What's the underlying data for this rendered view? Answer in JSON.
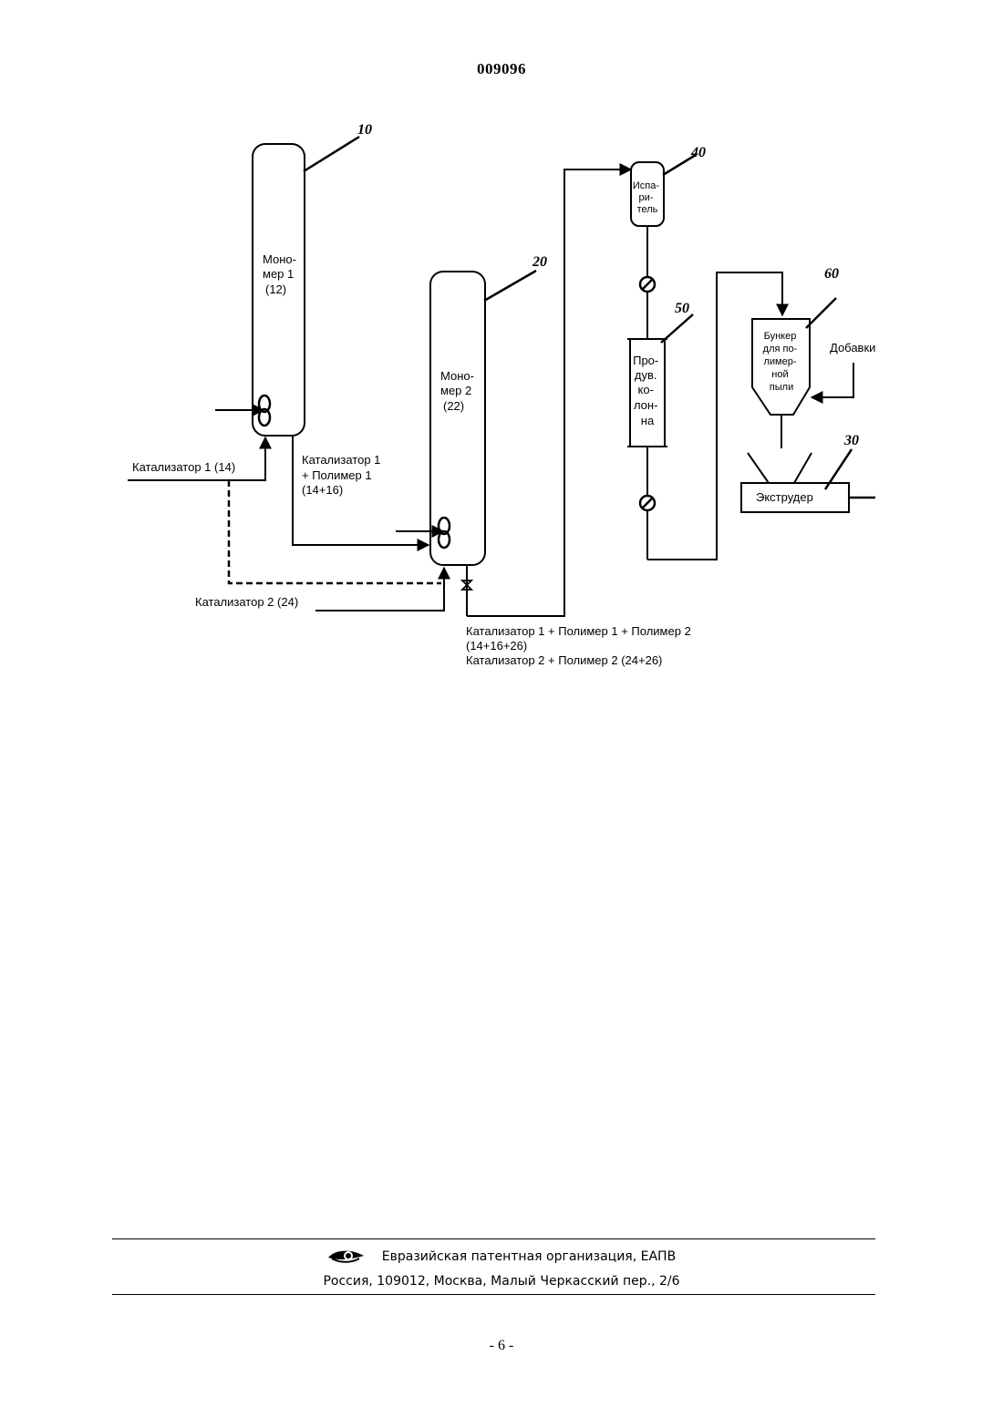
{
  "header": {
    "doc_number": "009096"
  },
  "diagram": {
    "callouts": {
      "r10": "10",
      "r20": "20",
      "r30": "30",
      "r40": "40",
      "r50": "50",
      "r60": "60"
    },
    "reactor1": {
      "lines": [
        "Моно-",
        "мер 1",
        "(12)"
      ]
    },
    "reactor2": {
      "lines": [
        "Моно-",
        "мер 2",
        "(22)"
      ]
    },
    "evaporator": {
      "lines": [
        "Испа-",
        "ри-",
        "тель"
      ]
    },
    "purge_column": {
      "lines": [
        "Про-",
        "дув.",
        "ко-",
        "лон-",
        "на"
      ]
    },
    "bunker": {
      "lines": [
        "Бункер",
        "для по-",
        "лимер-",
        "ной",
        "пыли"
      ]
    },
    "additives": "Добавки",
    "extruder": "Экструдер",
    "catalyst1": "Катализатор 1 (14)",
    "catalyst1_polymer1": [
      "Катализатор 1",
      "+ Полимер 1",
      "(14+16)"
    ],
    "catalyst2": "Катализатор 2 (24)",
    "outlet_labels": [
      "Катализатор 1 + Полимер 1 + Полимер 2",
      "(14+16+26)",
      "Катализатор 2 + Полимер 2 (24+26)"
    ]
  },
  "footer": {
    "organization": "Евразийская патентная организация, ЕАПВ",
    "address": "Россия, 109012, Москва, Малый Черкасский пер., 2/6"
  },
  "page_number": "- 6 -"
}
